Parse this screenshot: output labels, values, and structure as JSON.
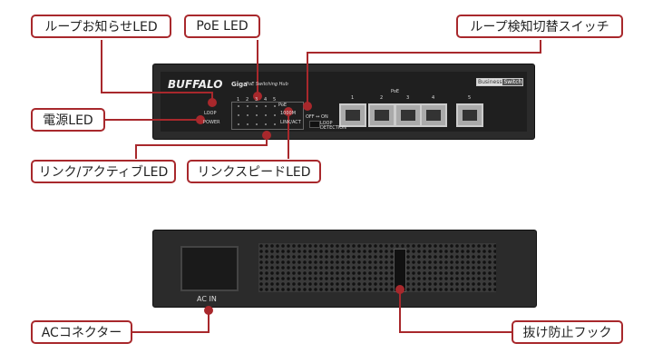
{
  "labels": {
    "loop_led": "ループお知らせLED",
    "poe_led": "PoE LED",
    "loop_switch": "ループ検知切替スイッチ",
    "power_led": "電源LED",
    "link_act_led": "リンク/アクティブLED",
    "link_speed_led": "リンクスピードLED",
    "ac_connector": "ACコネクター",
    "hook": "抜け防止フック"
  },
  "front": {
    "brand": "BUFFALO",
    "model": "Giga",
    "model_sub": "PoE Switching Hub",
    "badge_a": "Business",
    "badge_b": "Switch",
    "led_loop": "LOOP",
    "led_power": "POWER",
    "led_poe": "PoE",
    "led_1000m": "1000M",
    "led_link": "LINK/ACT",
    "port_nums": [
      "1",
      "2",
      "3",
      "4",
      "5"
    ],
    "poe_group": "PoE",
    "sw_off_on": "OFF ↔ ON",
    "sw_label": "LOOP DETECTION"
  },
  "rear": {
    "ac_in": "AC IN"
  },
  "colors": {
    "accent": "#a8282c",
    "panel": "#2b2b2b"
  }
}
